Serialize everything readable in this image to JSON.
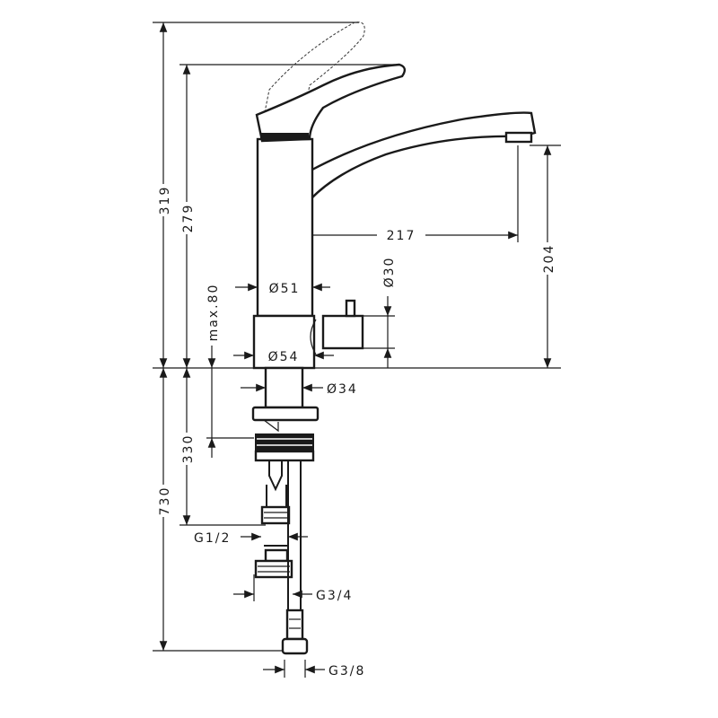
{
  "drawing": {
    "title": "Kitchen mixer tap dimension drawing",
    "dimensions": {
      "total_height": "319",
      "lever_height": "279",
      "spout_reach": "217",
      "spout_height": "204",
      "body_diameter": "Ø51",
      "knob_diameter": "Ø30",
      "max_deck": "max.80",
      "base_diameter": "Ø54",
      "shank_diameter": "Ø34",
      "below_deck_short": "330",
      "below_deck_long": "730",
      "thread_half": "G1/2",
      "thread_three_quarter": "G3/4",
      "thread_three_eighth": "G3/8"
    }
  }
}
